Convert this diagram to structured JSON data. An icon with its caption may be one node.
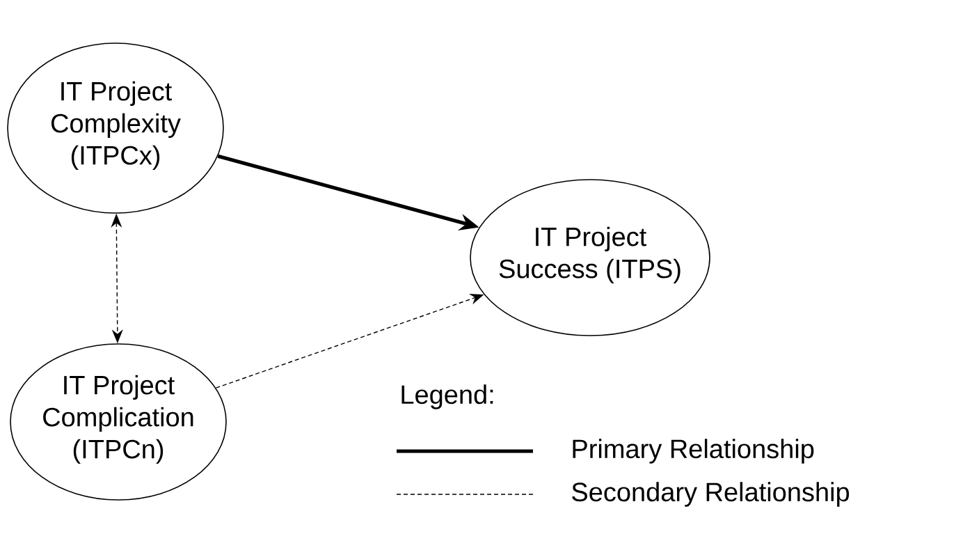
{
  "diagram": {
    "nodes": [
      {
        "text": [
          "IT Project Complexity (ITPCx)"
        ]
      },
      {
        "text": [
          "IT Project Success (ITPS)"
        ]
      },
      {
        "text": [
          "IT Project Complication (ITPCn)"
        ]
      }
    ],
    "edges": [
      {
        "from": 0,
        "to": 1,
        "arrow": "to",
        "style": "thick"
      },
      {
        "from": 0,
        "to": 2,
        "arrow": "both",
        "style": "dashed"
      },
      {
        "from": 2,
        "to": 1,
        "arrow": "to",
        "style": "dashed"
      }
    ],
    "labels": [
      "Legend:"
    ],
    "legend": [
      {
        "text": "Primary Relationship"
      },
      {
        "text": "Secondary Relationship"
      }
    ]
  }
}
